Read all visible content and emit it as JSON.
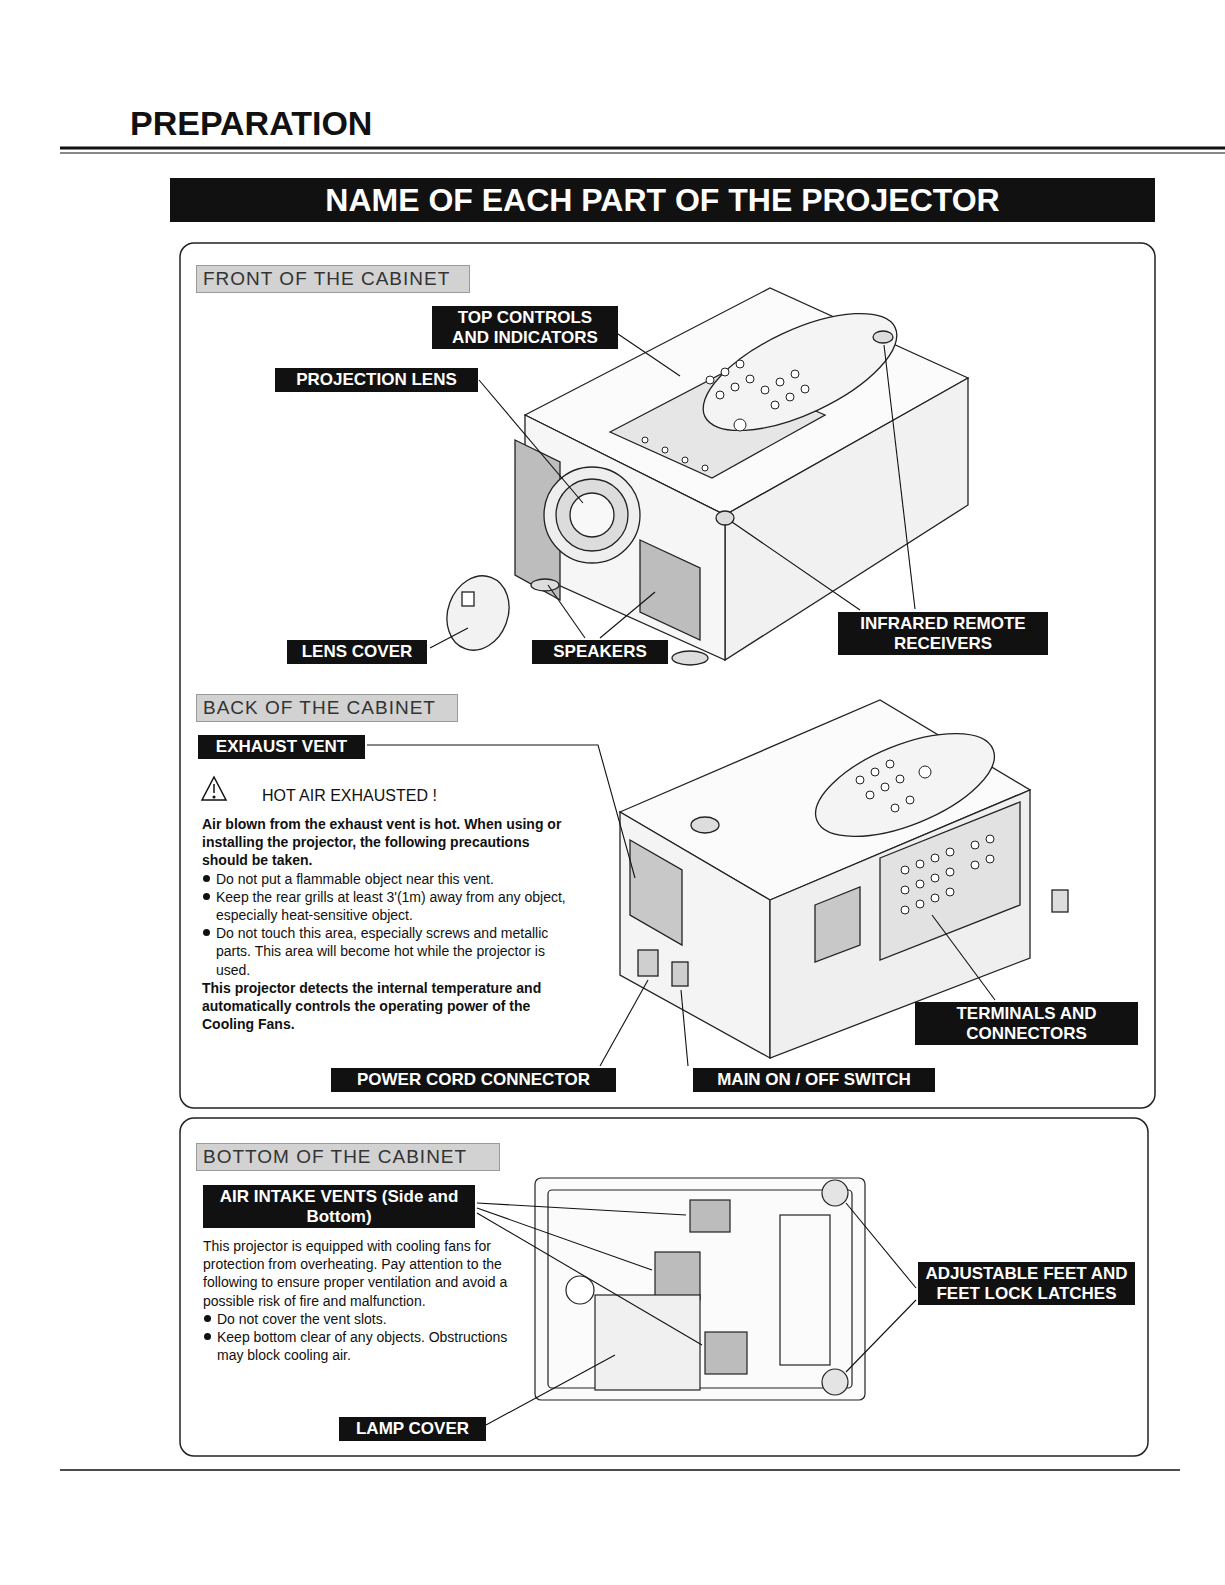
{
  "diagram": {
    "title": "NAME OF EACH PART OF THE PROJECTOR",
    "nodes": [
      {
        "text": [
          "FRONT OF THE CABINET"
        ]
      },
      {
        "text": [
          "TOP CONTROLS AND INDICATORS"
        ]
      },
      {
        "text": [
          "PROJECTION LENS"
        ]
      },
      {
        "text": [
          "LENS COVER"
        ]
      },
      {
        "text": [
          "SPEAKERS"
        ]
      },
      {
        "text": [
          "INFRARED REMOTE RECEIVERS"
        ]
      },
      {
        "text": [
          "BACK OF THE CABINET"
        ]
      },
      {
        "text": [
          "EXHAUST VENT"
        ]
      },
      {
        "text": [
          "TERMINALS AND CONNECTORS"
        ]
      },
      {
        "text": [
          "POWER CORD CONNECTOR"
        ]
      },
      {
        "text": [
          "MAIN ON / OFF SWITCH"
        ]
      },
      {
        "text": [
          "BOTTOM OF THE CABINET"
        ]
      },
      {
        "text": [
          "AIR INTAKE VENTS (Side and Bottom)"
        ]
      },
      {
        "text": [
          "ADJUSTABLE FEET AND FEET LOCK LATCHES"
        ]
      },
      {
        "text": [
          "LAMP COVER"
        ]
      }
    ],
    "labels": [
      "PREPARATION",
      "HOT AIR EXHAUSTED !",
      "Air blown from the exhaust vent is hot. When using or installing the projector, the following precautions should be taken.",
      "Do not put a flammable object near this vent.",
      "Keep the rear grills at least 3'(1m) away from any object, especially heat-sensitive object.",
      "Do not touch this area, especially screws and metallic parts. This area will become hot while the projector is used.",
      "This projector detects the internal temperature and automatically controls the operating power of the Cooling Fans.",
      "This projector is equipped with cooling fans for protection from overheating. Pay attention to the following to ensure proper ventilation and avoid a possible risk of fire and malfunction.",
      "Do not cover the vent slots.",
      "Keep bottom clear of any objects. Obstructions may block cooling air."
    ]
  }
}
